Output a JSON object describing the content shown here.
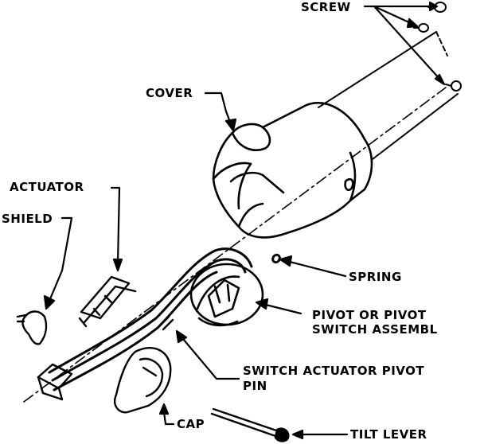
{
  "labels": {
    "screw": "SCREW",
    "cover": "COVER",
    "actuator": "ACTUATOR",
    "shield": "SHIELD",
    "spring": "SPRING",
    "pivot_line1": "PIVOT OR PIVOT",
    "pivot_line2": "SWITCH ASSEMBL",
    "switch_pin_line1": "SWITCH ACTUATOR PIVOT",
    "switch_pin_line2": "PIN",
    "cap": "CAP",
    "tilt_lever": "TILT LEVER"
  },
  "colors": {
    "ink": "#000000",
    "paper": "#ffffff"
  }
}
